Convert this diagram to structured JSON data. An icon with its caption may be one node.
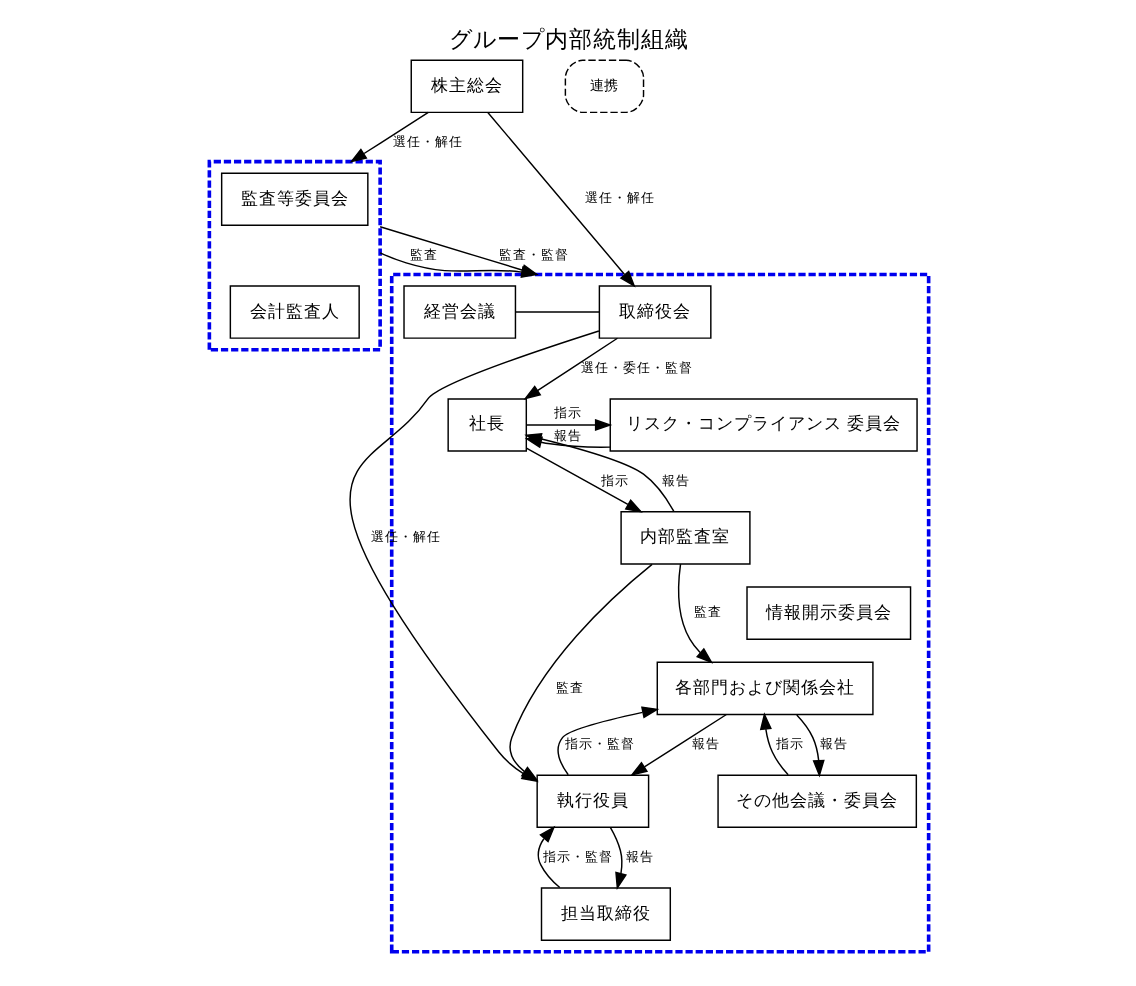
{
  "diagram": {
    "title": "グループ内部統制組織",
    "nodes": [
      {
        "text": [
          "株主総会"
        ]
      },
      {
        "text": [
          "連携"
        ]
      },
      {
        "text": [],
        "shape": "box"
      },
      {
        "text": [
          "監査等委員会"
        ],
        "in": 2
      },
      {
        "text": [
          "会計監査人"
        ],
        "in": 2
      },
      {
        "text": [],
        "shape": "box"
      },
      {
        "text": [
          "取締役会"
        ],
        "in": 5
      },
      {
        "text": [
          "経営会議"
        ],
        "in": 5
      },
      {
        "text": [
          "内部監査室"
        ],
        "in": 5
      },
      {
        "text": [
          "社長"
        ],
        "in": 5
      },
      {
        "text": [
          "担当取締役"
        ],
        "in": 5
      },
      {
        "text": [
          "リスク・コンプライアンス 委員会"
        ],
        "in": 5
      },
      {
        "text": [
          "情報開示委員会"
        ],
        "in": 5
      },
      {
        "text": [
          "その他会議・委員会"
        ],
        "in": 5
      },
      {
        "text": [
          "執行役員"
        ],
        "in": 5
      },
      {
        "text": [
          "各部門および関係会社"
        ],
        "in": 5
      }
    ],
    "edges": [
      {
        "from": 0,
        "to": 2,
        "arrow": "to",
        "label": "選任・解任"
      },
      {
        "from": 0,
        "to": 6,
        "arrow": "to",
        "label": "選任・解任"
      },
      {
        "from": 2,
        "to": 5,
        "arrow": "to",
        "label": "監査・監督"
      },
      {
        "from": 2,
        "to": 5,
        "arrow": "to",
        "label": "監査"
      },
      {
        "from": 6,
        "to": 7,
        "arrow": "none"
      },
      {
        "from": 6,
        "to": 9,
        "arrow": "to",
        "label": "選任・委任・監督"
      },
      {
        "from": 9,
        "to": 8,
        "arrow": "to",
        "label": "指示"
      },
      {
        "from": 8,
        "to": 9,
        "arrow": "to",
        "label": "報告"
      },
      {
        "from": 9,
        "to": 11,
        "arrow": "to",
        "label": "指示"
      },
      {
        "from": 11,
        "to": 9,
        "arrow": "to",
        "label": "報告"
      },
      {
        "from": 6,
        "to": 14,
        "arrow": "to",
        "label": "選任・解任"
      },
      {
        "from": 10,
        "to": 14,
        "arrow": "to",
        "label": "指示・監督"
      },
      {
        "from": 14,
        "to": 10,
        "arrow": "to",
        "label": "報告"
      },
      {
        "from": 8,
        "to": 14,
        "arrow": "to",
        "label": "監査"
      },
      {
        "from": 8,
        "to": 15,
        "arrow": "to",
        "label": "監査"
      },
      {
        "from": 14,
        "to": 15,
        "arrow": "to",
        "label": "指示・監督"
      },
      {
        "from": 15,
        "to": 14,
        "arrow": "to",
        "label": "報告"
      },
      {
        "from": 13,
        "to": 15,
        "arrow": "to",
        "label": "指示"
      },
      {
        "from": 15,
        "to": 13,
        "arrow": "to",
        "label": "報告"
      }
    ]
  }
}
